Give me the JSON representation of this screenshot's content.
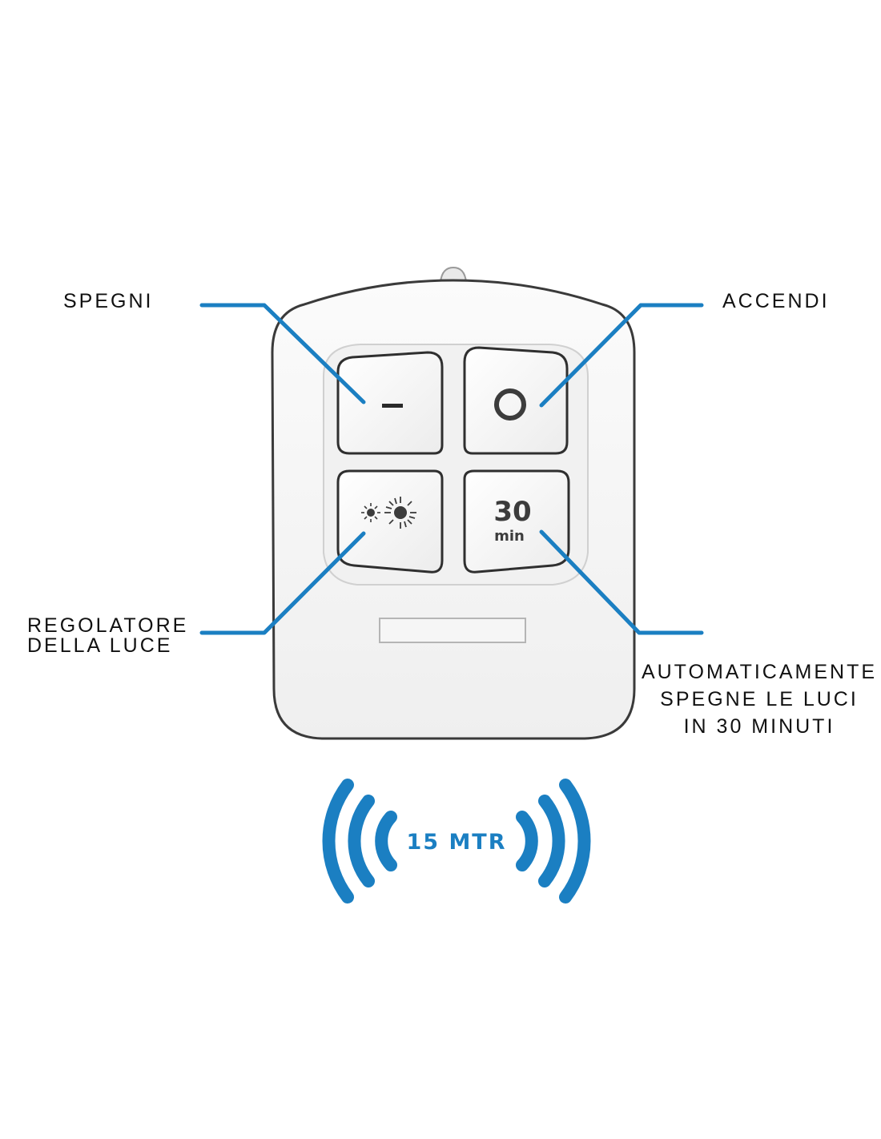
{
  "labels": {
    "off": "SPEGNI",
    "on": "ACCENDI",
    "dimmer": [
      "REGOLATORE",
      "DELLA LUCE"
    ],
    "timer": [
      "AUTOMATICAMENTE",
      "SPEGNE LE LUCI",
      "IN 30 MINUTI"
    ]
  },
  "remote": {
    "buttons": {
      "off_symbol": "–",
      "on_symbol": "O",
      "dimmer_icon": "brightness-icon",
      "timer_value": "30",
      "timer_unit": "min"
    }
  },
  "range": {
    "text": "15 MTR"
  },
  "colors": {
    "accent": "#1b7fc2",
    "text": "#111111",
    "remote_body": "#f4f4f4",
    "remote_outline": "#3a3a3a",
    "button_symbol": "#3c3c3c"
  }
}
